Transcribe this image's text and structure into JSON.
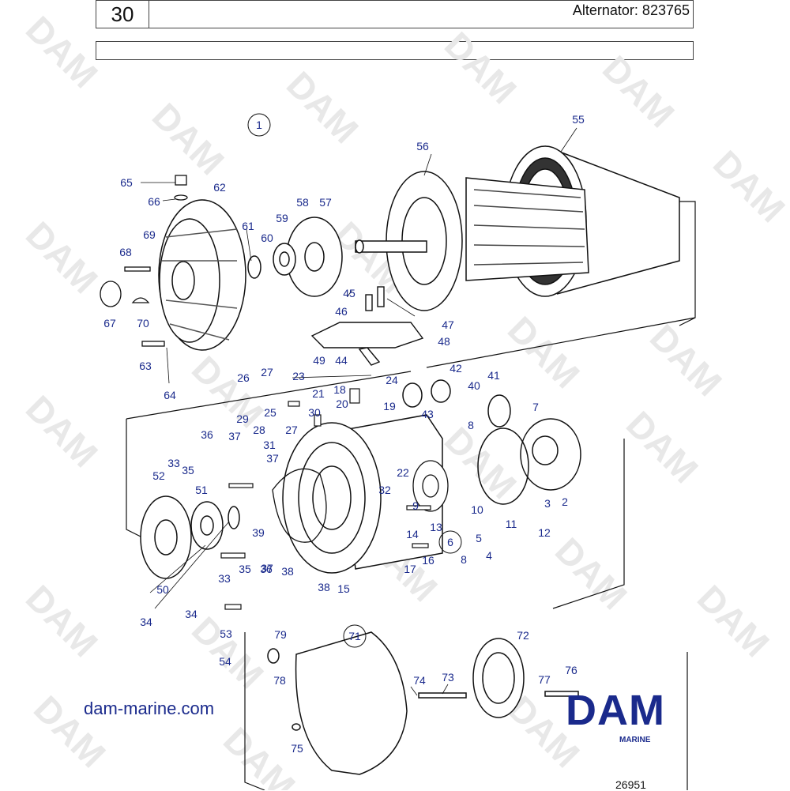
{
  "header": {
    "page_number": "30",
    "title": "Alternator: 823765"
  },
  "diagram": {
    "watermark": "DAM",
    "circled_labels": [
      "1",
      "6",
      "71"
    ],
    "part_labels": [
      "2",
      "3",
      "4",
      "5",
      "7",
      "8",
      "8",
      "9",
      "10",
      "11",
      "12",
      "13",
      "14",
      "15",
      "16",
      "17",
      "18",
      "19",
      "20",
      "21",
      "22",
      "23",
      "24",
      "25",
      "26",
      "27",
      "27",
      "28",
      "29",
      "30",
      "31",
      "32",
      "33",
      "33",
      "34",
      "34",
      "35",
      "35",
      "36",
      "36",
      "37",
      "37",
      "37",
      "38",
      "38",
      "39",
      "40",
      "41",
      "42",
      "43",
      "44",
      "45",
      "46",
      "47",
      "48",
      "49",
      "50",
      "51",
      "52",
      "53",
      "54",
      "55",
      "56",
      "57",
      "58",
      "59",
      "60",
      "61",
      "62",
      "63",
      "64",
      "65",
      "66",
      "67",
      "68",
      "69",
      "70",
      "72",
      "73",
      "74",
      "75",
      "76",
      "77",
      "78",
      "79"
    ]
  },
  "footer": {
    "website": "dam-marine.com",
    "logo": "DAM",
    "logo_sub": "MARINE",
    "figure_number": "26951"
  },
  "colors": {
    "label": "#1a2a8c",
    "line": "#111111",
    "watermark": "#e8e8e8"
  }
}
